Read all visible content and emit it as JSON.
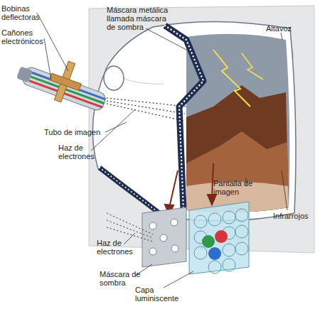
{
  "diagram": {
    "labels": [
      "Bobinas deflectoras",
      "Cañones electrónicos",
      "Máscara metálica llamada máscara de sombra",
      "Altavoz",
      "Tubo de imagen",
      "Haz de electrones",
      "Pantalla de imagen",
      "Infrarrojos",
      "Haz de electrones",
      "Máscara de sombra",
      "Capa luminiscente"
    ]
  }
}
